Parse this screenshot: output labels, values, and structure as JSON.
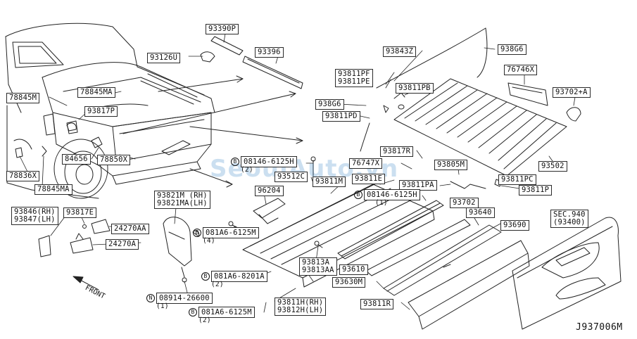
{
  "diagram_id": "J937006M",
  "watermark": "SeoulAuto.vn",
  "front_label": "FRONT",
  "parts": {
    "p93390P": "93390P",
    "p93126U": "93126U",
    "p93396": "93396",
    "p93843Z": "93843Z",
    "p938G6_top": "938G6",
    "p76746X": "76746X",
    "p93811PF": "93811PF",
    "p93811PE": "93811PE",
    "p93811PB": "93811PB",
    "p93702A": "93702+A",
    "p938G6": "938G6",
    "p93811PD": "93811PD",
    "p78845M": "78845M",
    "p78845MA_top": "78845MA",
    "p93817P": "93817P",
    "p84656": "84656",
    "p78850X": "78850X",
    "p78836X": "78836X",
    "p78845MA": "78845MA",
    "p93817R": "93817R",
    "p76747X": "76747X",
    "p93805M": "93805M",
    "p93502": "93502",
    "p08146_6125H_a": "08146-6125H",
    "p08146_6125H_a_qty": "(2)",
    "p93512C": "93512C",
    "p93811M": "93811M",
    "p93811E": "93811E",
    "p93811PA": "93811PA",
    "p93811PC": "93811PC",
    "p93811P": "93811P",
    "p96204": "96204",
    "p08146_6125H_b": "08146-6125H",
    "p08146_6125H_b_qty": "(1)",
    "p93821M": "93821M",
    "p93821M_side": "(RH)",
    "p93821MA": "93821MA",
    "p93821MA_side": "(LH)",
    "p93846": "93846",
    "p93846_side": "(RH)",
    "p93847": "93847",
    "p93847_side": "(LH)",
    "p93817E": "93817E",
    "p24270AA": "24270AA",
    "p24270A": "24270A",
    "p081A6_6125M_a": "081A6-6125M",
    "p081A6_6125M_a_qty": "(4)",
    "p93702": "93702",
    "p93640": "93640",
    "p93690": "93690",
    "sec940": "SEC.940",
    "sec940_ref": "(93400)",
    "p93813A": "93813A",
    "p93813AA": "93813AA",
    "p93610": "93610",
    "p93630M": "93630M",
    "p081A6_8201A": "081A6-8201A",
    "p081A6_8201A_qty": "(2)",
    "p08914_26600": "08914-26600",
    "p08914_26600_qty": "(1)",
    "p93811H": "93811H",
    "p93811H_side": "(RH)",
    "p93812H": "93812H",
    "p93812H_side": "(LH)",
    "p081A6_6125M_b": "081A6-6125M",
    "p081A6_6125M_b_qty": "(2)",
    "p93811R": "93811R",
    "circle_b": "B",
    "circle_n": "N"
  }
}
